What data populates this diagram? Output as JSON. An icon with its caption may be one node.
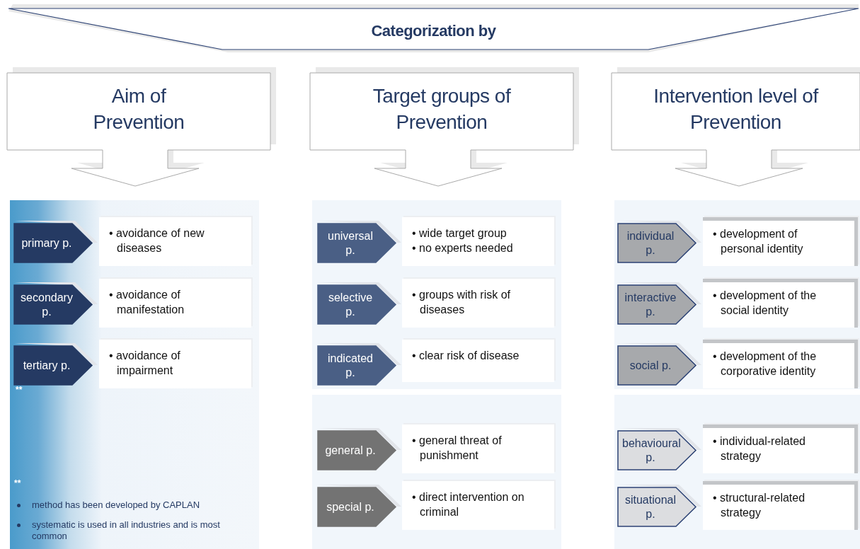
{
  "diagram": {
    "nodes": [
      {
        "text": [
          "Categorization by"
        ]
      },
      {
        "text": [
          "Aim of Prevention"
        ]
      },
      {
        "text": [
          "Target groups of Prevention"
        ]
      },
      {
        "text": [
          "Intervention level of Prevention"
        ]
      },
      {
        "text": [],
        "shape": "box"
      },
      {
        "text": [
          "primary p."
        ],
        "in": 4
      },
      {
        "text": [
          "• avoidance of new diseases"
        ],
        "in": 4
      },
      {
        "text": [
          "secondary p."
        ],
        "in": 4
      },
      {
        "text": [
          "• avoidance of manifestation"
        ],
        "in": 4
      },
      {
        "text": [
          "tertiary p."
        ],
        "in": 4
      },
      {
        "text": [
          "• avoidance of impairment"
        ],
        "in": 4
      },
      {
        "text": [],
        "shape": "box"
      },
      {
        "text": [
          "universal p."
        ],
        "in": 11
      },
      {
        "text": [
          "• wide target group",
          "• no experts needed"
        ],
        "in": 11
      },
      {
        "text": [
          "selective p."
        ],
        "in": 11
      },
      {
        "text": [
          "• groups with risk of diseases"
        ],
        "in": 11
      },
      {
        "text": [
          "indicated p."
        ],
        "in": 11
      },
      {
        "text": [
          "• clear risk of disease"
        ],
        "in": 11
      },
      {
        "text": [],
        "shape": "box"
      },
      {
        "text": [
          "general p."
        ],
        "in": 18
      },
      {
        "text": [
          "• general threat of punishment"
        ],
        "in": 18
      },
      {
        "text": [
          "special p."
        ],
        "in": 18
      },
      {
        "text": [
          "• direct intervention on criminal"
        ],
        "in": 18
      },
      {
        "text": [],
        "shape": "box"
      },
      {
        "text": [
          "individual p."
        ],
        "in": 23
      },
      {
        "text": [
          "• development of personal identity"
        ],
        "in": 23
      },
      {
        "text": [
          "interactive p."
        ],
        "in": 23
      },
      {
        "text": [
          "• development of the social identity"
        ],
        "in": 23
      },
      {
        "text": [
          "social p."
        ],
        "in": 23
      },
      {
        "text": [
          "• development of the corporative identity"
        ],
        "in": 23
      },
      {
        "text": [],
        "shape": "box"
      },
      {
        "text": [
          "behavioural p."
        ],
        "in": 30
      },
      {
        "text": [
          "• individual-related strategy"
        ],
        "in": 30
      },
      {
        "text": [
          "situational p."
        ],
        "in": 30
      },
      {
        "text": [
          "• structural-related strategy"
        ],
        "in": 30
      }
    ],
    "edges": [],
    "labels": [
      "**",
      "**",
      "method has been developed by CAPLAN",
      "systematic is used in all industries and is most common"
    ]
  }
}
